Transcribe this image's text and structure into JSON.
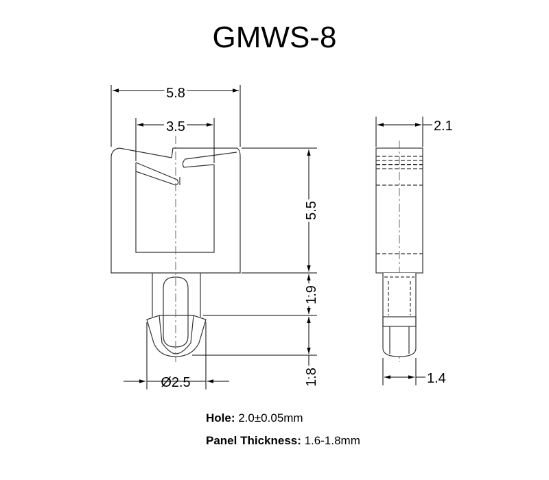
{
  "title": "GMWS-8",
  "dimensions": {
    "width_overall": "5.8",
    "slot_width": "3.5",
    "body_height": "5.5",
    "neck_height": "1.9",
    "head_height": "1.8",
    "pin_diameter": "Ø2.5",
    "side_thickness": "2.1",
    "side_pin_width": "1.4"
  },
  "specs": {
    "hole_label": "Hole:",
    "hole_value": " 2.0±0.05mm",
    "panel_label": "Panel Thickness:",
    "panel_value": " 1.6-1.8mm"
  }
}
